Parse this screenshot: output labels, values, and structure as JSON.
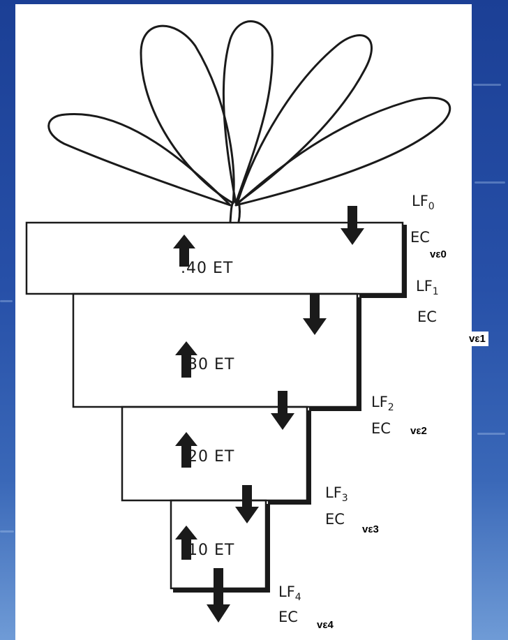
{
  "diagram": {
    "layers": [
      {
        "et": ".40 ET",
        "lf": "LF",
        "lf_sub": "0",
        "ec": "EC",
        "ve": "vε0"
      },
      {
        "et": ".30 ET",
        "lf": "LF",
        "lf_sub": "1",
        "ec": "EC",
        "ve": "vε1"
      },
      {
        "et": ".20 ET",
        "lf": "LF",
        "lf_sub": "2",
        "ec": "EC",
        "ve": "vε2"
      },
      {
        "et": ".10 ET",
        "lf": "LF",
        "lf_sub": "3",
        "ec": "EC",
        "ve": "vε3"
      }
    ],
    "bottom": {
      "lf": "LF",
      "lf_sub": "4",
      "ec": "EC",
      "ve": "vε4"
    }
  },
  "colors": {
    "background": "#2750a8",
    "paper": "#ffffff",
    "ink": "#1a1a1a"
  },
  "icons": [
    "plant-icon",
    "arrow-up-icon",
    "arrow-down-icon"
  ]
}
